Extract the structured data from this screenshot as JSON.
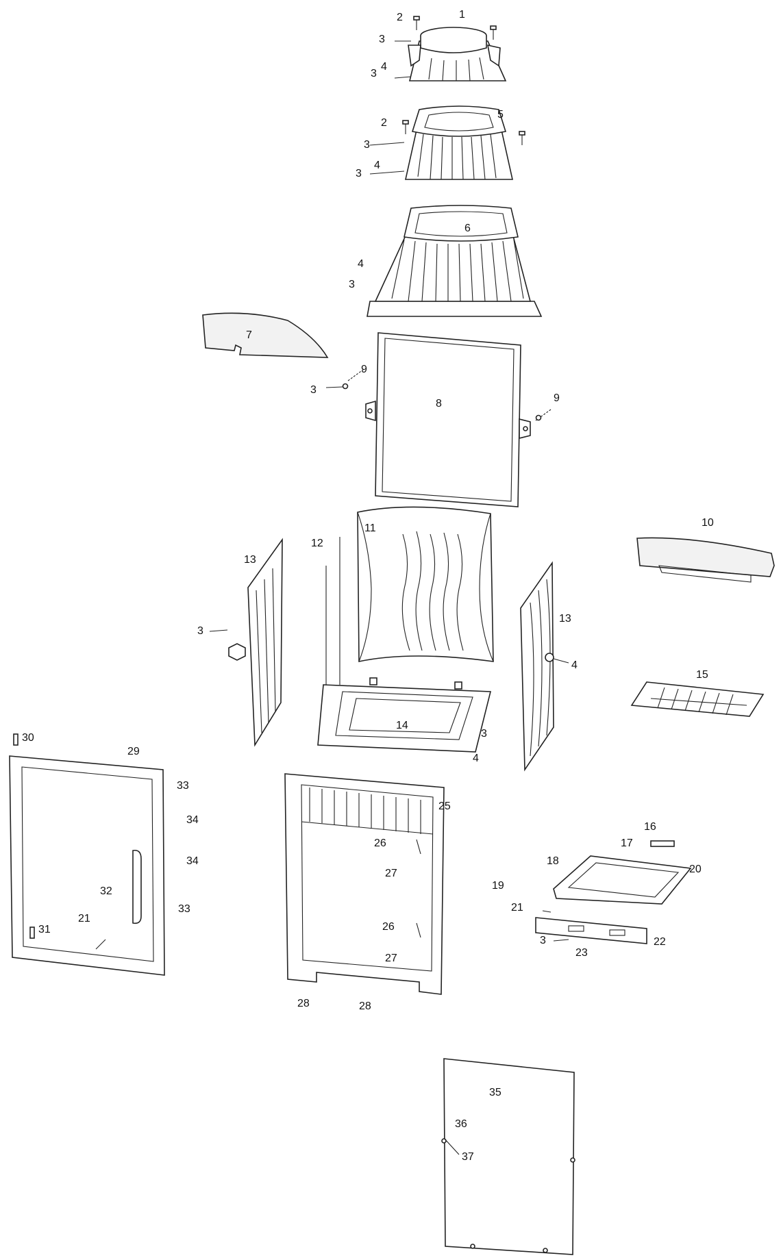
{
  "labels": [
    {
      "id": "l1",
      "text": "1"
    },
    {
      "id": "l2a",
      "text": "2"
    },
    {
      "id": "l3a",
      "text": "3"
    },
    {
      "id": "l4a",
      "text": "4"
    },
    {
      "id": "l3b",
      "text": "3"
    },
    {
      "id": "l5",
      "text": "5"
    },
    {
      "id": "l2b",
      "text": "2"
    },
    {
      "id": "l3c",
      "text": "3"
    },
    {
      "id": "l4b",
      "text": "4"
    },
    {
      "id": "l3d",
      "text": "3"
    },
    {
      "id": "l6",
      "text": "6"
    },
    {
      "id": "l4c",
      "text": "4"
    },
    {
      "id": "l3e",
      "text": "3"
    },
    {
      "id": "l7",
      "text": "7"
    },
    {
      "id": "l9a",
      "text": "9"
    },
    {
      "id": "l3f",
      "text": "3"
    },
    {
      "id": "l8",
      "text": "8"
    },
    {
      "id": "l9b",
      "text": "9"
    },
    {
      "id": "l10",
      "text": "10"
    },
    {
      "id": "l11",
      "text": "11"
    },
    {
      "id": "l12",
      "text": "12"
    },
    {
      "id": "l13a",
      "text": "13"
    },
    {
      "id": "l13b",
      "text": "13"
    },
    {
      "id": "l3g",
      "text": "3"
    },
    {
      "id": "l4d",
      "text": "4"
    },
    {
      "id": "l15",
      "text": "15"
    },
    {
      "id": "l14",
      "text": "14"
    },
    {
      "id": "l3h",
      "text": "3"
    },
    {
      "id": "l4e",
      "text": "4"
    },
    {
      "id": "l30",
      "text": "30"
    },
    {
      "id": "l29",
      "text": "29"
    },
    {
      "id": "l33a",
      "text": "33"
    },
    {
      "id": "l34a",
      "text": "34"
    },
    {
      "id": "l34b",
      "text": "34"
    },
    {
      "id": "l32",
      "text": "32"
    },
    {
      "id": "l33b",
      "text": "33"
    },
    {
      "id": "l21a",
      "text": "21"
    },
    {
      "id": "l31",
      "text": "31"
    },
    {
      "id": "l25",
      "text": "25"
    },
    {
      "id": "l26a",
      "text": "26"
    },
    {
      "id": "l27a",
      "text": "27"
    },
    {
      "id": "l26b",
      "text": "26"
    },
    {
      "id": "l27b",
      "text": "27"
    },
    {
      "id": "l28a",
      "text": "28"
    },
    {
      "id": "l28b",
      "text": "28"
    },
    {
      "id": "l16",
      "text": "16"
    },
    {
      "id": "l17",
      "text": "17"
    },
    {
      "id": "l18",
      "text": "18"
    },
    {
      "id": "l20",
      "text": "20"
    },
    {
      "id": "l19",
      "text": "19"
    },
    {
      "id": "l21b",
      "text": "21"
    },
    {
      "id": "l22",
      "text": "22"
    },
    {
      "id": "l3i",
      "text": "3"
    },
    {
      "id": "l23",
      "text": "23"
    },
    {
      "id": "l35",
      "text": "35"
    },
    {
      "id": "l36",
      "text": "36"
    },
    {
      "id": "l37",
      "text": "37"
    }
  ]
}
